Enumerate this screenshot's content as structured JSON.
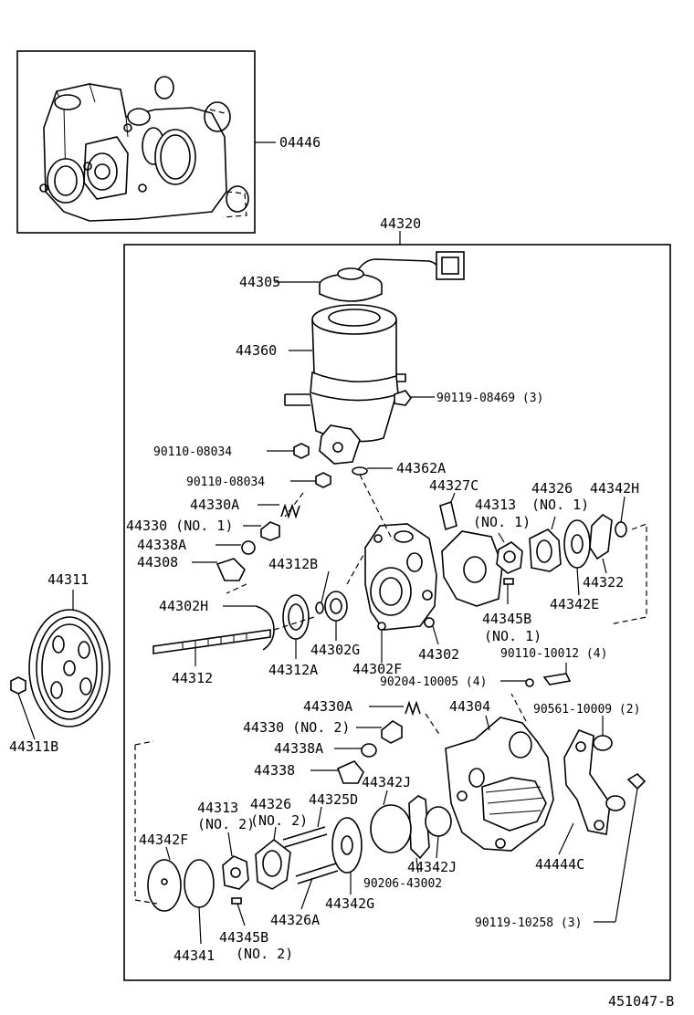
{
  "diagram": {
    "ref_code": "451047-B",
    "labels": {
      "p04446": "04446",
      "p44320": "44320",
      "p44305": "44305",
      "p44360": "44360",
      "b90119_08469": "90119-08469 (3)",
      "b90110_08034a": "90110-08034",
      "p44362A": "44362A",
      "b90110_08034b": "90110-08034",
      "p44327C": "44327C",
      "p44326": "44326",
      "p44326_no1": "(NO. 1)",
      "p44342H": "44342H",
      "p44330A_a": "44330A",
      "p44313": "44313",
      "p44313_no1": "(NO. 1)",
      "p44330_no1": "44330 (NO. 1)",
      "p44338A_a": "44338A",
      "p44308": "44308",
      "p44312B": "44312B",
      "p44322": "44322",
      "p44342E": "44342E",
      "p44311": "44311",
      "p44302H": "44302H",
      "p44345B": "44345B",
      "p44345B_no1": "(NO. 1)",
      "p44302G": "44302G",
      "p44302": "44302",
      "b90110_10012": "90110-10012 (4)",
      "p44312": "44312",
      "p44312A": "44312A",
      "p44302F": "44302F",
      "b90204_10005": "90204-10005 (4)",
      "p44311B": "44311B",
      "p44330A_b": "44330A",
      "p44304": "44304",
      "b90561_10009": "90561-10009 (2)",
      "p44330_no2": "44330 (NO. 2)",
      "p44338A_b": "44338A",
      "p44338": "44338",
      "p44342J_a": "44342J",
      "p44313b": "44313",
      "p44313b_no2": "(NO. 2)",
      "p44326b": "44326",
      "p44326b_no2": "(NO. 2)",
      "p44325D": "44325D",
      "p44342F": "44342F",
      "p44342J_b": "44342J",
      "b90206_43002": "90206-43002",
      "p44444C": "44444C",
      "p44342G": "44342G",
      "p44326A": "44326A",
      "b90119_10258": "90119-10258 (3)",
      "p44341": "44341",
      "p44345B_b": "44345B",
      "p44345B_no2": "(NO. 2)"
    }
  }
}
